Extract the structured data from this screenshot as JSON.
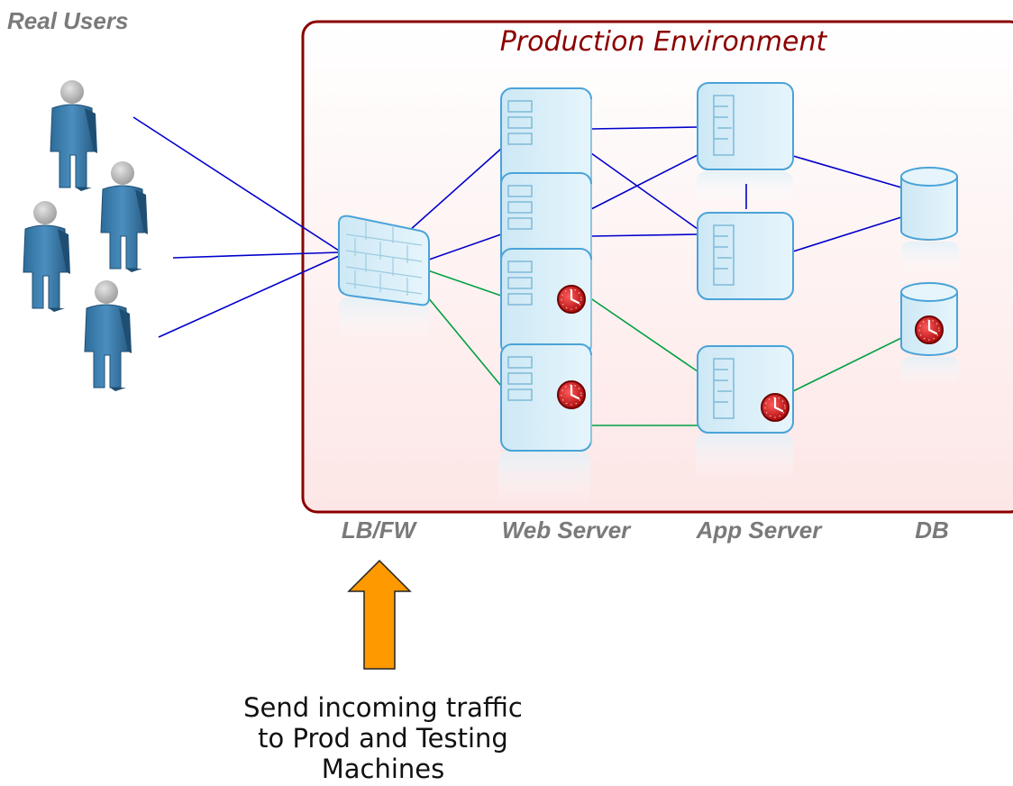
{
  "diagram": {
    "users_label": "Real Users",
    "environment_title": "Production Environment",
    "columns": {
      "lb": "LB/FW",
      "web": "Web Server",
      "app": "App Server",
      "db": "DB"
    },
    "note_lines": [
      "Send incoming traffic",
      "to Prod and Testing",
      "Machines"
    ],
    "colors": {
      "environment_border": "#8b0000",
      "prod_link": "#0000cc",
      "test_link": "#00a040",
      "arrow_fill": "#ff9900",
      "user_figure": "#3d7fae",
      "clock": "#c00000"
    },
    "icons": {
      "user": "person-icon",
      "firewall": "firewall-icon",
      "web": "web-server-icon",
      "app": "app-server-icon",
      "db": "database-icon",
      "test": "clock-icon",
      "arrow": "up-arrow-icon"
    }
  }
}
